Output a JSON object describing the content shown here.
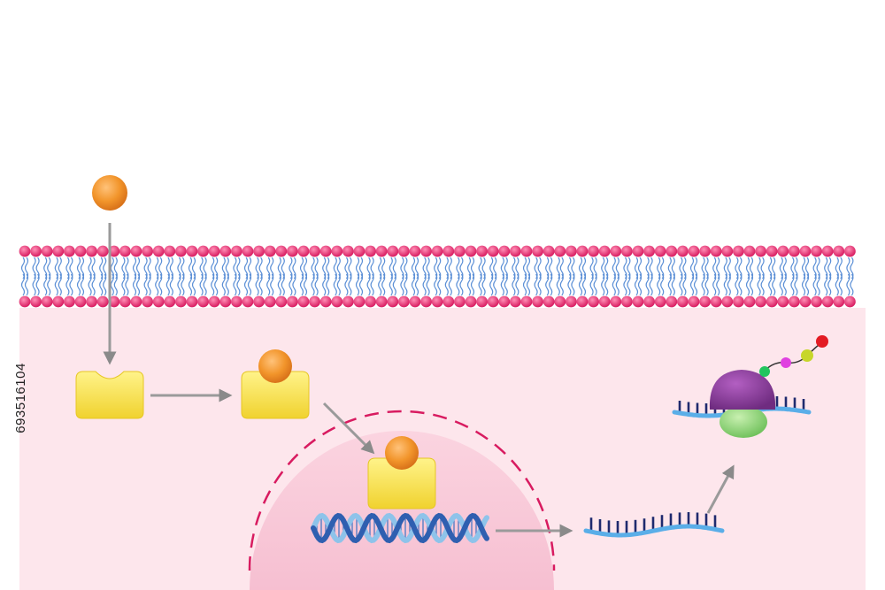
{
  "figure": {
    "type": "intracellular receptor signaling pathway",
    "elements": [
      "hormone-ligand",
      "cell-membrane-lipid-bilayer",
      "cytoplasm",
      "cytoplasmic-receptor",
      "hormone-receptor-complex",
      "nucleus",
      "dna-double-helix",
      "mrna-strand",
      "ribosome",
      "polypeptide-chain"
    ],
    "colors": {
      "ligand": "#f2952b",
      "receptor": "#f5e14a",
      "membrane_head": "#e8407a",
      "membrane_tail": "#5b8fd6",
      "cytoplasm": "#fde6ec",
      "nucleus": "#f8c8d8",
      "nucleus_border": "#d81b60",
      "dna_strand_a": "#2f5fb0",
      "dna_strand_b": "#8ec3ea",
      "mrna_backbone": "#5aaee8",
      "mrna_bases": "#1f2a6e",
      "ribosome_large": "#8e3f9e",
      "ribosome_small": "#8fd07a",
      "arrow": "#9a9a9a",
      "amino_acids": [
        "#22c55e",
        "#e040e0",
        "#c7d62a",
        "#e31b23"
      ]
    }
  },
  "watermark": {
    "id": "693516104"
  }
}
